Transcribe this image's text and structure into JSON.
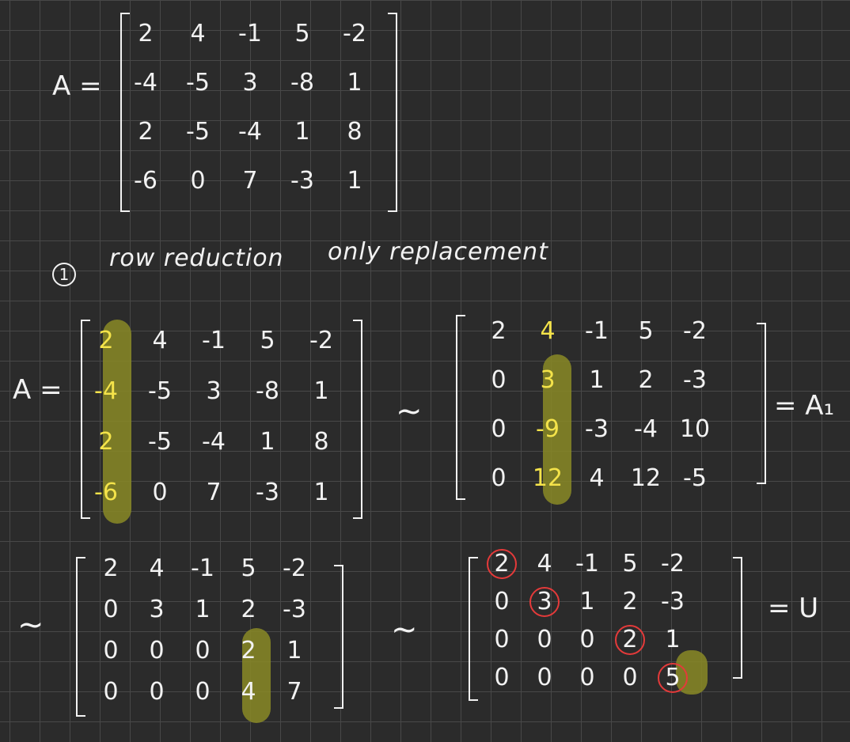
{
  "colors": {
    "background": "#2b2b2b",
    "grid": "#484848",
    "ink": "#f2f2f2",
    "highlight": "#8a8a26",
    "highlight_text": "#f4e34a",
    "pivot_ring": "#e43a3a"
  },
  "top": {
    "lhs": "A =",
    "matrix": [
      [
        "2",
        "4",
        "-1",
        "5",
        "-2"
      ],
      [
        "-4",
        "-5",
        "3",
        "-8",
        "1"
      ],
      [
        "2",
        "-5",
        "-4",
        "1",
        "8"
      ],
      [
        "-6",
        "0",
        "7",
        "-3",
        "1"
      ]
    ]
  },
  "note": {
    "number": "1",
    "text1": "row reduction",
    "text2": "only replacement"
  },
  "step1": {
    "lhs": "A =",
    "matrix": [
      [
        "2",
        "4",
        "-1",
        "5",
        "-2"
      ],
      [
        "-4",
        "-5",
        "3",
        "-8",
        "1"
      ],
      [
        "2",
        "-5",
        "-4",
        "1",
        "8"
      ],
      [
        "-6",
        "0",
        "7",
        "-3",
        "1"
      ]
    ]
  },
  "step2": {
    "sim": "~",
    "matrix": [
      [
        "2",
        "4",
        "-1",
        "5",
        "-2"
      ],
      [
        "0",
        "3",
        "1",
        "2",
        "-3"
      ],
      [
        "0",
        "-9",
        "-3",
        "-4",
        "10"
      ],
      [
        "0",
        "12",
        "4",
        "12",
        "-5"
      ]
    ],
    "rhs": "= A₁"
  },
  "step3": {
    "sim": "~",
    "matrix": [
      [
        "2",
        "4",
        "-1",
        "5",
        "-2"
      ],
      [
        "0",
        "3",
        "1",
        "2",
        "-3"
      ],
      [
        "0",
        "0",
        "0",
        "2",
        "1"
      ],
      [
        "0",
        "0",
        "0",
        "4",
        "7"
      ]
    ]
  },
  "step4": {
    "sim": "~",
    "matrix": [
      [
        "2",
        "4",
        "-1",
        "5",
        "-2"
      ],
      [
        "0",
        "3",
        "1",
        "2",
        "-3"
      ],
      [
        "0",
        "0",
        "0",
        "2",
        "1"
      ],
      [
        "0",
        "0",
        "0",
        "0",
        "5"
      ]
    ],
    "rhs": "= U"
  }
}
